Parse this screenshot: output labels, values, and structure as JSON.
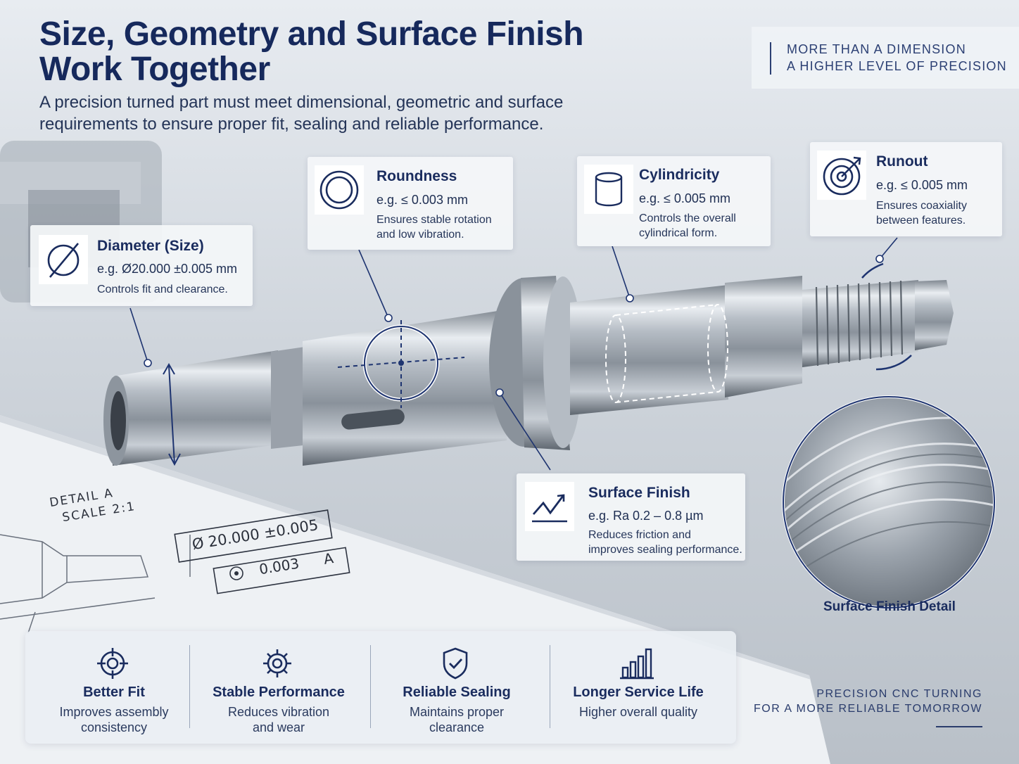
{
  "header": {
    "title_line1": "Size, Geometry and Surface Finish",
    "title_line2": "Work Together",
    "subtitle_line1": "A precision turned part must meet dimensional, geometric and surface",
    "subtitle_line2": "requirements to ensure proper fit, sealing and reliable performance."
  },
  "tagline": {
    "line1": "MORE THAN A DIMENSION",
    "line2": "A HIGHER LEVEL OF PRECISION"
  },
  "cards": {
    "diameter": {
      "title": "Diameter (Size)",
      "value": "e.g. Ø20.000 ±0.005 mm",
      "desc1": "Controls fit and clearance.",
      "icon": "diameter-icon"
    },
    "roundness": {
      "title": "Roundness",
      "value": "e.g. ≤ 0.003 mm",
      "desc1": "Ensures stable rotation",
      "desc2": "and low vibration.",
      "icon": "roundness-icon"
    },
    "cylindricity": {
      "title": "Cylindricity",
      "value": "e.g. ≤ 0.005 mm",
      "desc1": "Controls the overall",
      "desc2": "cylindrical form.",
      "icon": "cylindricity-icon"
    },
    "runout": {
      "title": "Runout",
      "value": "e.g. ≤ 0.005 mm",
      "desc1": "Ensures coaxiality",
      "desc2": "between features.",
      "icon": "runout-icon"
    },
    "surface": {
      "title": "Surface Finish",
      "value": "e.g. Ra 0.2 – 0.8 µm",
      "desc1": "Reduces friction and",
      "desc2": "improves sealing performance.",
      "icon": "surface-finish-icon"
    }
  },
  "surface_detail_label": "Surface Finish Detail",
  "drawing": {
    "detail": "DETAIL A",
    "scale": "SCALE 2:1",
    "dimension": "Ø 20.000 ±0.005",
    "tolerance": "0.003",
    "datum": "A"
  },
  "benefits": [
    {
      "title": "Better Fit",
      "desc1": "Improves assembly",
      "desc2": "consistency",
      "icon": "target-icon"
    },
    {
      "title": "Stable Performance",
      "desc1": "Reduces vibration",
      "desc2": "and wear",
      "icon": "gear-icon"
    },
    {
      "title": "Reliable Sealing",
      "desc1": "Maintains proper",
      "desc2": "clearance",
      "icon": "shield-check-icon"
    },
    {
      "title": "Longer Service Life",
      "desc1": "Higher overall quality",
      "desc2": "",
      "icon": "bar-chart-icon"
    }
  ],
  "footer": {
    "line1": "PRECISION CNC TURNING",
    "line2": "FOR A MORE RELIABLE TOMORROW"
  },
  "colors": {
    "navy": "#16295c",
    "steel": "#a9b0b9",
    "background": "#d9dee4"
  }
}
